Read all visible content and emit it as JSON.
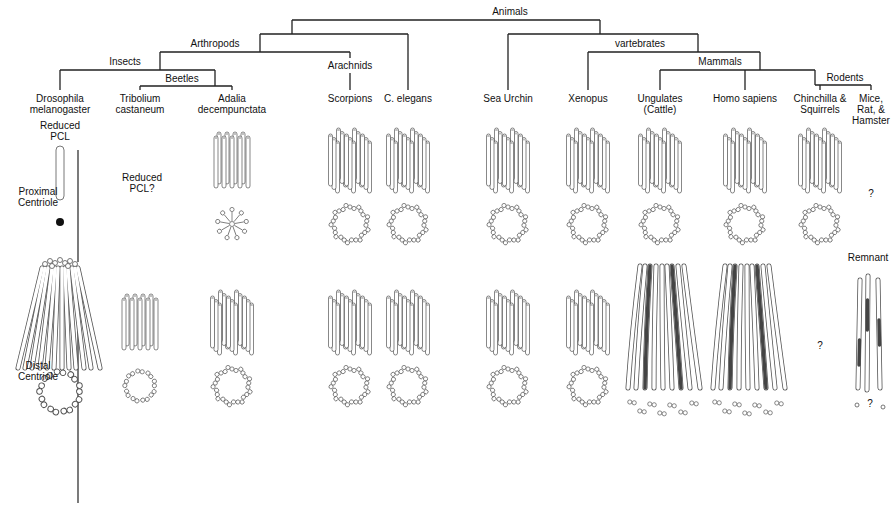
{
  "diagram": {
    "labels": [
      "Animals",
      "Arthropods",
      "Insects",
      "Beetles",
      "Arachnids",
      "vartebrates",
      "Mammals",
      "Rodents",
      "Drosophila melanogaster",
      "Tribolium castaneum",
      "Adalia decempunctata",
      "Scorpions",
      "C. elegans",
      "Sea Urchin",
      "Xenopus",
      "Ungulates (Cattle)",
      "Homo sapiens",
      "Chinchilla & Squirrels",
      "Mice, Rat, & Hamster",
      "Proximal Centriole",
      "Distal Centriole",
      "Reduced PCL",
      "Reduced PCL?",
      "?",
      "?",
      "Remnant",
      "?"
    ]
  }
}
